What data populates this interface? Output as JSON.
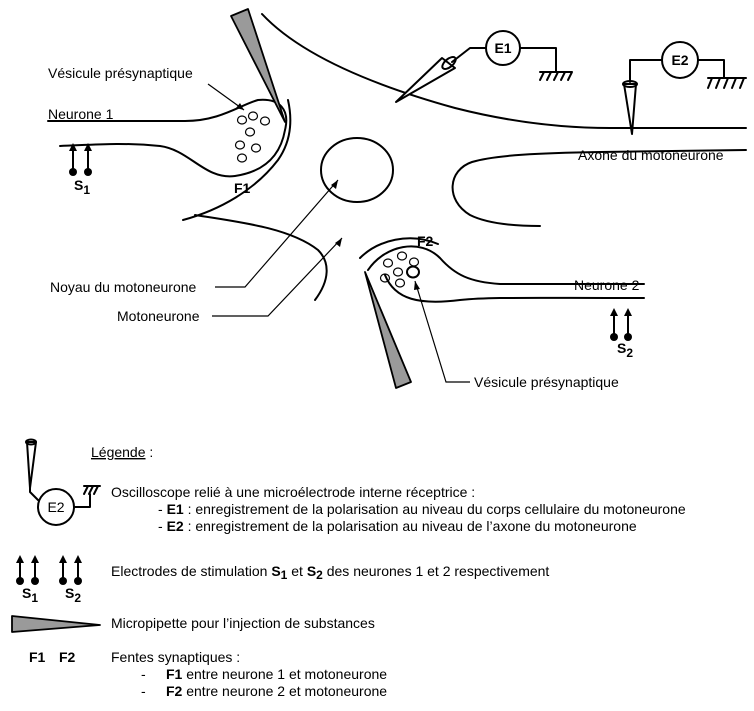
{
  "labels": {
    "vesicule1": "Vésicule présynaptique",
    "neurone1": "Neurone 1",
    "s1": "S",
    "s1_sub": "1",
    "f1": "F1",
    "noyau": "Noyau du motoneurone",
    "motoneurone": "Motoneurone",
    "e1": "E1",
    "e2": "E2",
    "axone": "Axone du motoneurone",
    "f2": "F2",
    "neurone2": "Neurone 2",
    "s2": "S",
    "s2_sub": "2",
    "vesicule2": "Vésicule présynaptique"
  },
  "legend": {
    "title": "Légende",
    "title_suffix": " :",
    "e2_symbol": "E2",
    "osc_line": "Oscilloscope relié à une microélectrode interne réceptrice :",
    "e1_prefix": "- ",
    "e1_bold": "E1",
    "e1_text": " : enregistrement de la polarisation au niveau du corps cellulaire du motoneurone",
    "e2_prefix": "- ",
    "e2_bold": "E2",
    "e2_text": " : enregistrement de la polarisation au niveau de l’axone du motoneurone",
    "sym_s1": "S",
    "sym_s1_sub": "1",
    "sym_s2": "S",
    "sym_s2_sub": "2",
    "stim_text_a": "Electrodes de stimulation ",
    "stim_s1": "S",
    "stim_s1_sub": "1",
    "stim_mid": " et ",
    "stim_s2": "S",
    "stim_s2_sub": "2",
    "stim_text_b": " des neurones 1 et 2 respectivement",
    "pipette_text": "Micropipette pour l’injection de substances",
    "sym_f1": "F1",
    "sym_f2": "F2",
    "fentes_title": "Fentes synaptiques :",
    "dash": "-",
    "fente1_bold": "F1",
    "fente1_text": " entre neurone 1 et motoneurone",
    "fente2_bold": "F2",
    "fente2_text": " entre neurone 2 et motoneurone"
  },
  "colors": {
    "pipette_fill": "#9a9a9a",
    "line": "#000000",
    "background": "#ffffff"
  }
}
